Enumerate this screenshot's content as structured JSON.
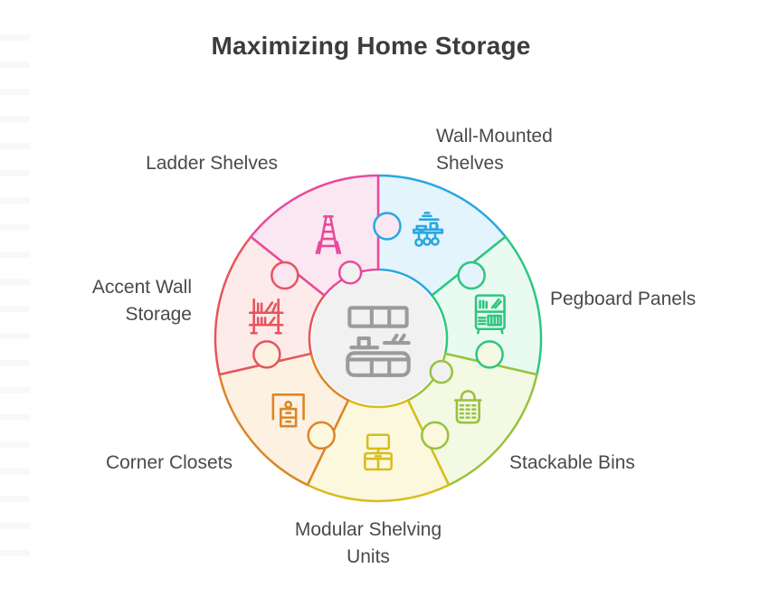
{
  "title": "Maximizing Home Storage",
  "text_colors": {
    "title": "#3c3c3c",
    "labels": "#4a4a4a"
  },
  "wheel": {
    "center_icon": "kitchen-cabinets",
    "center_fill": "#f1f1f2",
    "center_icon_color": "#9b9b9b",
    "segments": [
      {
        "id": "wall-mounted-shelves",
        "label": "Wall-Mounted Shelves",
        "icon": "wall-shelf",
        "stroke": "#2aa7e0",
        "fill": "#e3f4fc"
      },
      {
        "id": "pegboard-panels",
        "label": "Pegboard Panels",
        "icon": "pegboard",
        "stroke": "#2ec67f",
        "fill": "#e9faf1"
      },
      {
        "id": "stackable-bins",
        "label": "Stackable Bins",
        "icon": "basket",
        "stroke": "#97c33d",
        "fill": "#f4f9e4"
      },
      {
        "id": "modular-shelving-units",
        "label": "Modular Shelving Units",
        "icon": "tv-cabinet",
        "stroke": "#d8bd1c",
        "fill": "#fbf8de"
      },
      {
        "id": "corner-closets",
        "label": "Corner Closets",
        "icon": "corner-closet",
        "stroke": "#dd8528",
        "fill": "#fdf2e2"
      },
      {
        "id": "accent-wall-storage",
        "label": "Accent Wall Storage",
        "icon": "accent-wall",
        "stroke": "#e6555c",
        "fill": "#fcebe9"
      },
      {
        "id": "ladder-shelves",
        "label": "Ladder Shelves",
        "icon": "ladder",
        "stroke": "#e84a9b",
        "fill": "#fbe7f1"
      }
    ]
  }
}
